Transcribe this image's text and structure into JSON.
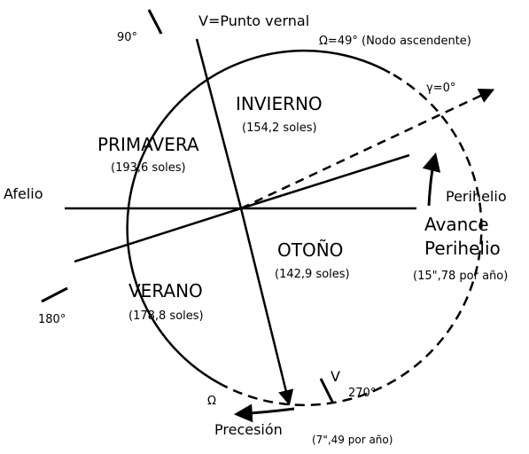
{
  "title": "V=Punto vernal",
  "labels": {
    "ascending_node": "Ω=49° (Nodo ascendente)",
    "gamma": "γ=0°",
    "deg90": "90°",
    "deg180": "180°",
    "deg270": "270°",
    "aphelion": "Afelio",
    "perihelion": "Perihelio",
    "advance_line1": "Avance",
    "advance_line2": "Perihelio",
    "advance_rate": "(15\",78 por año)",
    "v_marker": "V",
    "omega_marker": "Ω",
    "precession": "Precesión",
    "precession_rate": "(7\",49 por año)"
  },
  "seasons": {
    "invierno": {
      "name": "INVIERNO",
      "days": "(154,2 soles)"
    },
    "primavera": {
      "name": "PRIMAVERA",
      "days": "(193,6 soles)"
    },
    "otono": {
      "name": "OTOÑO",
      "days": "(142,9 soles)"
    },
    "verano": {
      "name": "VERANO",
      "days": "(178,8 soles)"
    }
  },
  "colors": {
    "ink": "#000000",
    "background": "#ffffff"
  }
}
